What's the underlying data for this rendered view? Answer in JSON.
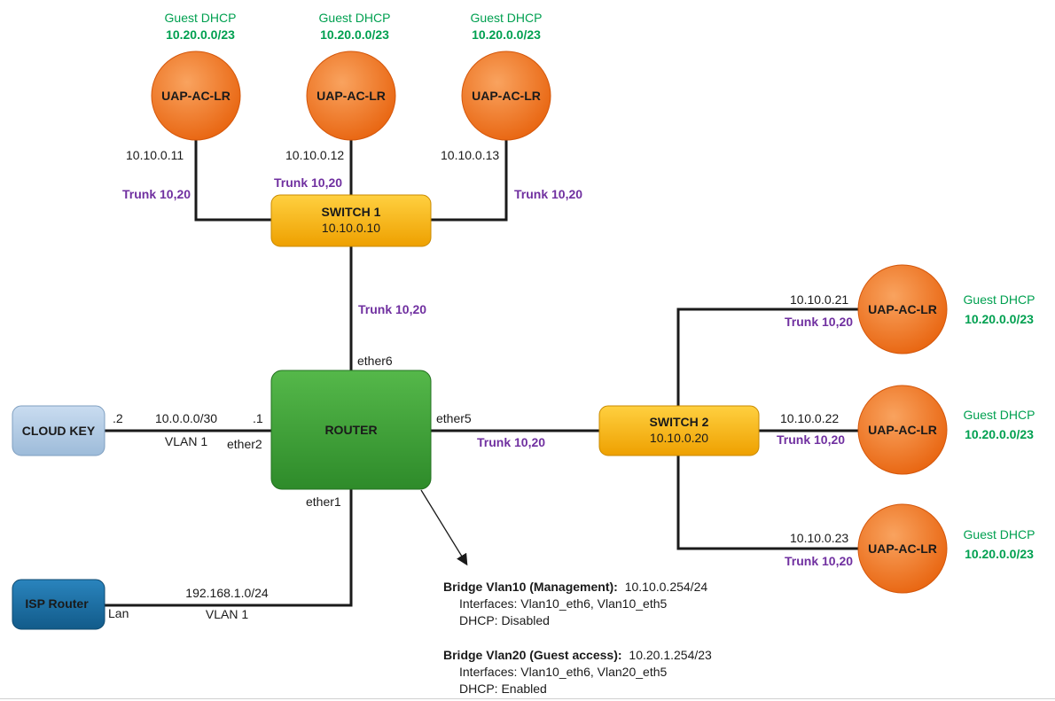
{
  "colors": {
    "ap": "#f47b20",
    "switch": "#f5b400",
    "router": "#3aa335",
    "cloud_key": "#a8c4e0",
    "isp_router": "#1a6fa3",
    "trunk_text": "#7030a0",
    "guest_text": "#00a050"
  },
  "access_points": [
    {
      "label": "UAP-AC-LR",
      "ip": "10.10.0.11",
      "trunk": "Trunk 10,20",
      "guest_title": "Guest DHCP",
      "guest_subnet": "10.20.0.0/23"
    },
    {
      "label": "UAP-AC-LR",
      "ip": "10.10.0.12",
      "trunk": "Trunk 10,20",
      "guest_title": "Guest DHCP",
      "guest_subnet": "10.20.0.0/23"
    },
    {
      "label": "UAP-AC-LR",
      "ip": "10.10.0.13",
      "trunk": "Trunk 10,20",
      "guest_title": "Guest DHCP",
      "guest_subnet": "10.20.0.0/23"
    },
    {
      "label": "UAP-AC-LR",
      "ip": "10.10.0.21",
      "trunk": "Trunk 10,20",
      "guest_title": "Guest DHCP",
      "guest_subnet": "10.20.0.0/23"
    },
    {
      "label": "UAP-AC-LR",
      "ip": "10.10.0.22",
      "trunk": "Trunk 10,20",
      "guest_title": "Guest DHCP",
      "guest_subnet": "10.20.0.0/23"
    },
    {
      "label": "UAP-AC-LR",
      "ip": "10.10.0.23",
      "trunk": "Trunk 10,20",
      "guest_title": "Guest DHCP",
      "guest_subnet": "10.20.0.0/23"
    }
  ],
  "switch1": {
    "label": "SWITCH 1",
    "ip": "10.10.0.10",
    "uplink_trunk": "Trunk 10,20"
  },
  "switch2": {
    "label": "SWITCH 2",
    "ip": "10.10.0.20",
    "uplink_trunk": "Trunk 10,20"
  },
  "router": {
    "label": "ROUTER",
    "ports": {
      "ether6": "ether6",
      "ether5": "ether5",
      "ether2": "ether2",
      "ether1": "ether1"
    }
  },
  "cloud_key": {
    "label": "CLOUD KEY",
    "host": ".2",
    "router_host": ".1",
    "subnet": "10.0.0.0/30",
    "vlan": "VLAN 1"
  },
  "isp_router": {
    "label": "ISP Router",
    "port": "Lan",
    "subnet": "192.168.1.0/24",
    "vlan": "VLAN 1"
  },
  "bridges": [
    {
      "name": "Bridge Vlan10 (Management):",
      "address": "10.10.0.254/24",
      "interfaces": "Interfaces: Vlan10_eth6, Vlan10_eth5",
      "dhcp": "DHCP: Disabled"
    },
    {
      "name": "Bridge Vlan20 (Guest access):",
      "address": "10.20.1.254/23",
      "interfaces": "Interfaces: Vlan10_eth6, Vlan20_eth5",
      "dhcp": "DHCP: Enabled"
    }
  ]
}
